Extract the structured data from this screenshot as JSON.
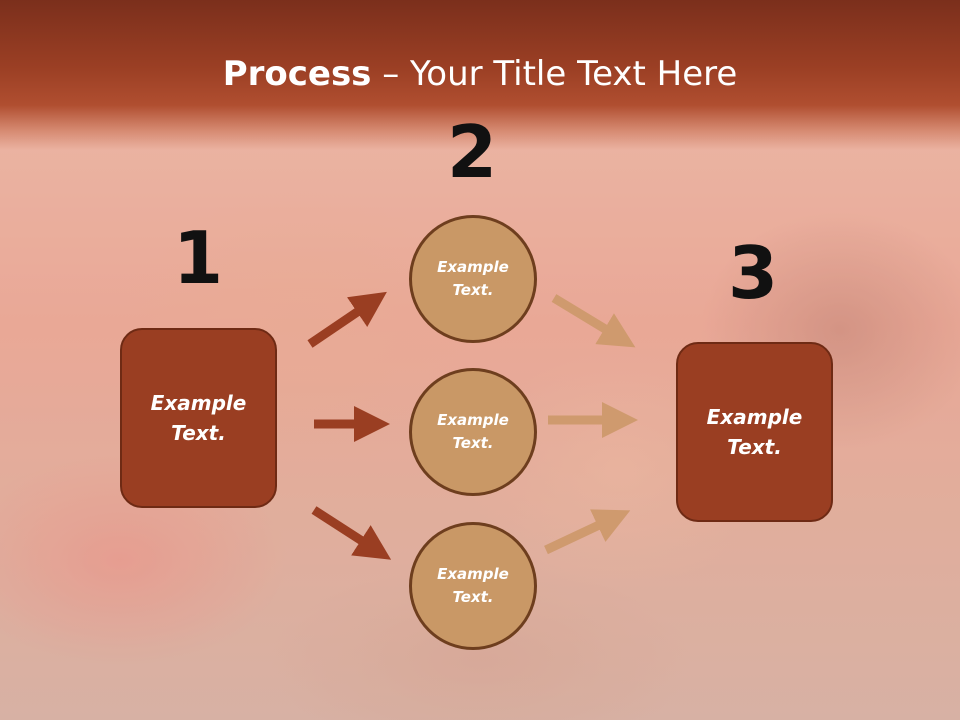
{
  "title": {
    "bold": "Process",
    "rest": " – Your Title Text Here"
  },
  "steps": {
    "one": {
      "number": "1",
      "label": "Example Text."
    },
    "two": {
      "number": "2",
      "items": [
        "Example Text.",
        "Example Text.",
        "Example Text."
      ]
    },
    "three": {
      "number": "3",
      "label": "Example Text."
    }
  },
  "colors": {
    "box": "#9a3e22",
    "circle": "#c99866",
    "arrow_dark": "#9a3e22",
    "arrow_light": "#cf9a6e"
  }
}
